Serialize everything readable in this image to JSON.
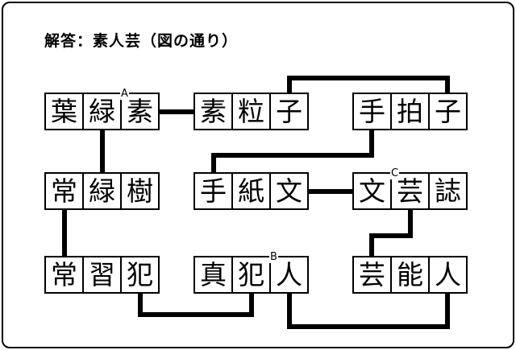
{
  "title": "解答：素人芸（図の通り）",
  "answer": "素人芸",
  "words": [
    {
      "text": "葉緑素",
      "chars": [
        "葉",
        "緑",
        "素"
      ],
      "marker": {
        "letter": "A",
        "char_index": 2
      }
    },
    {
      "text": "素粒子",
      "chars": [
        "素",
        "粒",
        "子"
      ]
    },
    {
      "text": "手拍子",
      "chars": [
        "手",
        "拍",
        "子"
      ]
    },
    {
      "text": "常緑樹",
      "chars": [
        "常",
        "緑",
        "樹"
      ]
    },
    {
      "text": "手紙文",
      "chars": [
        "手",
        "紙",
        "文"
      ]
    },
    {
      "text": "文芸誌",
      "chars": [
        "文",
        "芸",
        "誌"
      ],
      "marker": {
        "letter": "C",
        "char_index": 1
      }
    },
    {
      "text": "常習犯",
      "chars": [
        "常",
        "習",
        "犯"
      ]
    },
    {
      "text": "真犯人",
      "chars": [
        "真",
        "犯",
        "人"
      ],
      "marker": {
        "letter": "B",
        "char_index": 2
      }
    },
    {
      "text": "芸能人",
      "chars": [
        "芸",
        "能",
        "人"
      ]
    }
  ],
  "connections": [
    {
      "from": "葉緑素:素",
      "to": "素粒子:素"
    },
    {
      "from": "素粒子:子",
      "to": "手拍子:子"
    },
    {
      "from": "葉緑素:緑",
      "to": "常緑樹:緑"
    },
    {
      "from": "手拍子:手",
      "to": "手紙文:手"
    },
    {
      "from": "手紙文:文",
      "to": "文芸誌:文"
    },
    {
      "from": "常緑樹:常",
      "to": "常習犯:常"
    },
    {
      "from": "文芸誌:芸",
      "to": "芸能人:芸"
    },
    {
      "from": "常習犯:犯",
      "to": "真犯人:犯"
    },
    {
      "from": "真犯人:人",
      "to": "芸能人:人"
    }
  ],
  "colors": {
    "line": "#000000",
    "border": "#000000",
    "background": "#ffffff"
  }
}
